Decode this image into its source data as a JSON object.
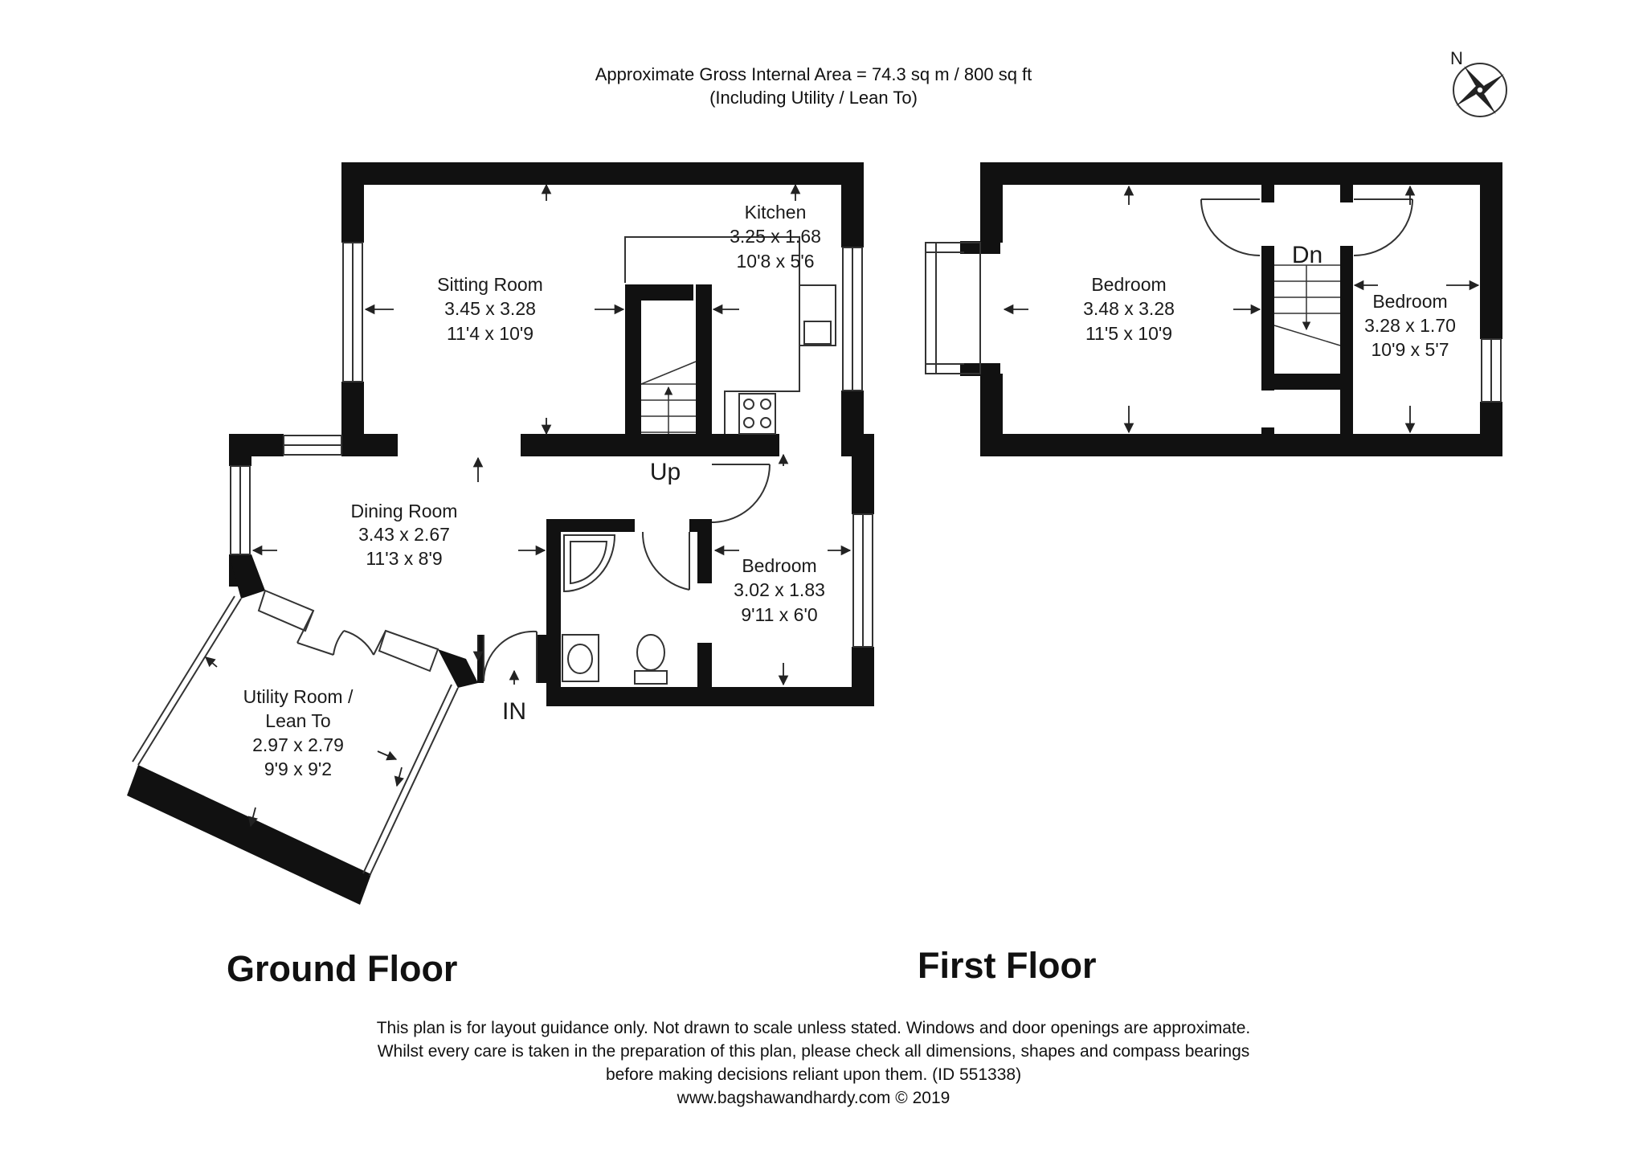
{
  "header": {
    "area_line": "Approximate Gross Internal Area = 74.3 sq m / 800 sq ft",
    "including_line": "(Including Utility / Lean To)"
  },
  "compass": {
    "label": "N",
    "icon": "compass-rose-icon"
  },
  "ground_floor": {
    "title": "Ground Floor",
    "rooms": [
      {
        "name": "Kitchen",
        "metric": "3.25 x 1.68",
        "imperial": "10'8 x 5'6"
      },
      {
        "name": "Sitting Room",
        "metric": "3.45 x 3.28",
        "imperial": "11'4 x 10'9"
      },
      {
        "name": "Dining Room",
        "metric": "3.43 x 2.67",
        "imperial": "11'3 x 8'9"
      },
      {
        "name": "Bedroom",
        "metric": "3.02 x 1.83",
        "imperial": "9'11 x 6'0"
      },
      {
        "name_line1": "Utility Room /",
        "name_line2": "Lean To",
        "metric": "2.97 x 2.79",
        "imperial": "9'9 x 9'2"
      }
    ],
    "stairs_label": "Up",
    "entrance_label": "IN"
  },
  "first_floor": {
    "title": "First Floor",
    "rooms": [
      {
        "name": "Bedroom",
        "metric": "3.48 x 3.28",
        "imperial": "11'5 x 10'9"
      },
      {
        "name": "Bedroom",
        "metric": "3.28 x 1.70",
        "imperial": "10'9 x 5'7"
      }
    ],
    "stairs_label": "Dn"
  },
  "disclaimer": {
    "line1": "This plan is for layout guidance only. Not drawn to scale unless stated. Windows and door openings are approximate.",
    "line2": "Whilst every care is taken in the preparation of this plan, please check all dimensions, shapes and compass bearings",
    "line3": "before making decisions reliant upon them. (ID 551338)",
    "website": "www.bagshawandhardy.com",
    "copyright": "© 2019"
  },
  "colors": {
    "wall": "#111111",
    "line": "#333333",
    "background": "#ffffff"
  }
}
